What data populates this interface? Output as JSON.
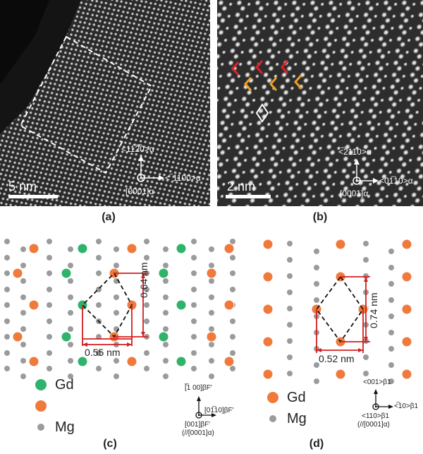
{
  "figure": {
    "panels": [
      {
        "label": "(a)"
      },
      {
        "label": "(b)"
      },
      {
        "label": "(c)"
      },
      {
        "label": "(d)"
      }
    ],
    "a": {
      "scale": "5 nm",
      "axis_up": "<11̅2̅0>α",
      "axis_right": "<‾1100>α",
      "axis_center": "[0001]α"
    },
    "b": {
      "scale": "2 nm",
      "axis_up": "<̅2110>α",
      "axis_right": "<01̅10>α",
      "axis_center": "[0001]α"
    },
    "c": {
      "dim_h": "0.55 nm",
      "dim_v": "0.64 nm",
      "legend": [
        "Gd",
        "Mg"
      ],
      "axis_up": "[̅1 00]βF'",
      "axis_right": "[01̅10]βF'",
      "axis_center": "[001]βF'",
      "axis_note": "(//[0001]α)"
    },
    "d": {
      "dim_h": "0.52 nm",
      "dim_v": "0.74 nm",
      "legend": [
        "Gd",
        "Mg"
      ],
      "axis_up": "<001>β1",
      "axis_right": "<̅10>β1",
      "axis_center": "<110>β1",
      "axis_note": "(//[0001]α)"
    },
    "colors": {
      "gd_orange": "#f07a3c",
      "gd_green": "#2fb36a",
      "mg_gray": "#9b9b9b",
      "red": "#d42020",
      "chevron_red": "#e0202a",
      "chevron_orange": "#f0a020"
    }
  }
}
